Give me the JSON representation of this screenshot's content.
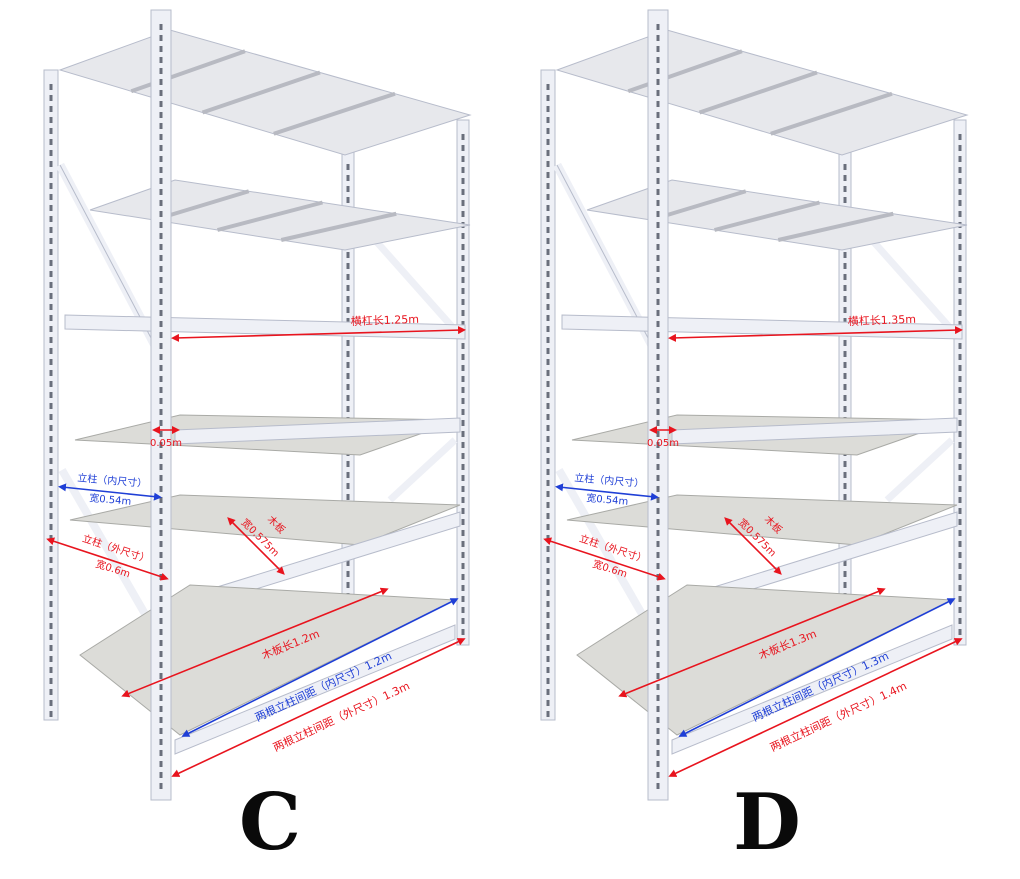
{
  "colors": {
    "frame": "#eef0f6",
    "frame_edge": "#b7bccb",
    "board": "#dcdcd8",
    "board_edge": "#a9aaa6",
    "red": "#e8141e",
    "blue": "#1f3fd6",
    "letter": "#0a0a0a"
  },
  "racks": [
    {
      "letter": "C",
      "beam_length": "横杠长1.25m",
      "beam_offset": "0.05m",
      "post_inner_label": "立柱（内尺寸）",
      "post_inner_value": "宽0.54m",
      "post_outer_label": "立柱（外尺寸）",
      "post_outer_value": "宽0.6m",
      "board_label": "木板",
      "board_width": "宽0.575m",
      "board_length": "木板长1.2m",
      "inner_spacing": "两根立柱间距（内尺寸）1.2m",
      "outer_spacing": "两根立柱间距（外尺寸）1.3m"
    },
    {
      "letter": "D",
      "beam_length": "横杠长1.35m",
      "beam_offset": "0.05m",
      "post_inner_label": "立柱（内尺寸）",
      "post_inner_value": "宽0.54m",
      "post_outer_label": "立柱（外尺寸）",
      "post_outer_value": "宽0.6m",
      "board_label": "木板",
      "board_width": "宽0.575m",
      "board_length": "木板长1.3m",
      "inner_spacing": "两根立柱间距（内尺寸）1.3m",
      "outer_spacing": "两根立柱间距（外尺寸）1.4m"
    }
  ]
}
